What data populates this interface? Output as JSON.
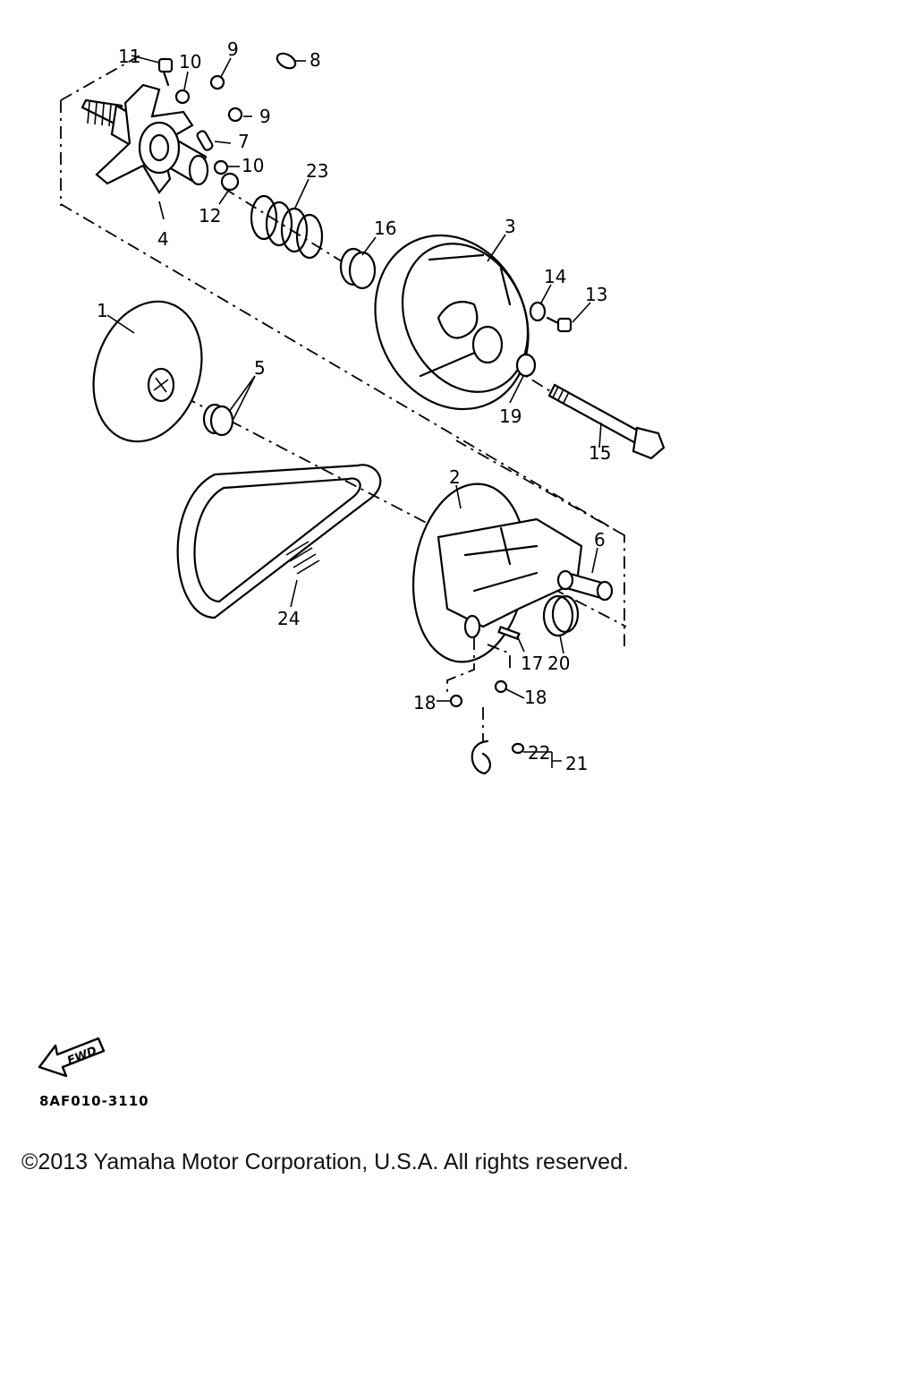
{
  "callouts": {
    "c1": "1",
    "c2": "2",
    "c3": "3",
    "c4": "4",
    "c5": "5",
    "c6": "6",
    "c7": "7",
    "c8": "8",
    "c9a": "9",
    "c9b": "9",
    "c10a": "10",
    "c10b": "10",
    "c11": "11",
    "c12": "12",
    "c13": "13",
    "c14": "14",
    "c15": "15",
    "c16": "16",
    "c17": "17",
    "c18a": "18",
    "c18b": "18",
    "c19": "19",
    "c20": "20",
    "c21": "21",
    "c22": "22",
    "c23": "23",
    "c24": "24"
  },
  "fwd_label": "FWD",
  "part_code": "8AF010-3110",
  "copyright": "©2013 Yamaha Motor Corporation, U.S.A. All rights reserved."
}
